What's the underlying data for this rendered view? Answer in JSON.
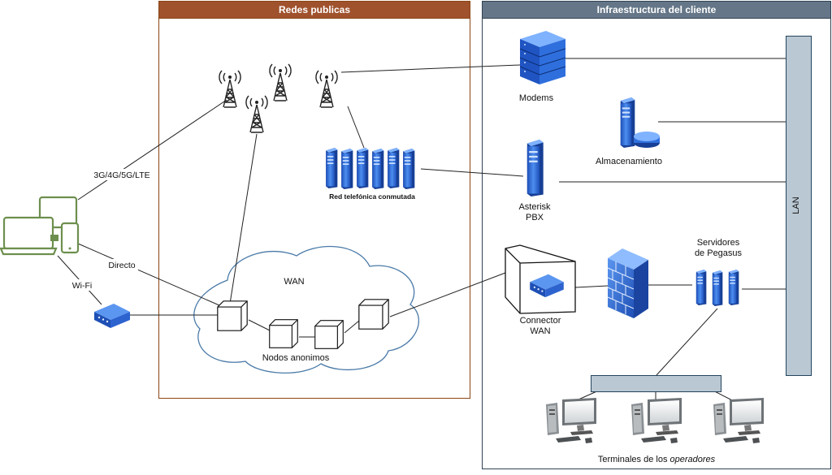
{
  "panels": {
    "public": {
      "title": "Redes publicas",
      "header_color": "#a0522d",
      "border_color": "#8b4513"
    },
    "client": {
      "title": "Infraestructura del cliente",
      "header_color": "#647687",
      "border_color": "#314354"
    }
  },
  "labels": {
    "mobile_link": "3G/4G/5G/LTE",
    "direct_link": "Directo",
    "wifi_link": "Wi-Fi",
    "pstn": "Red telefónica conmutada",
    "wan": "WAN",
    "nodes": "Nodos anonimos",
    "modems": "Modems",
    "storage": "Almacenamiento",
    "asterisk_1": "Asterisk",
    "asterisk_2": "PBX",
    "connector_1": "Connector",
    "connector_2": "WAN",
    "pegasus_1": "Servidores",
    "pegasus_2": "de Pegasus",
    "lan": "LAN",
    "terminals_prefix": "Terminales de los ",
    "terminals_italic": "operadores"
  },
  "colors": {
    "server_blue": "#2f6fdd",
    "device_green": "#6d8f4e",
    "lan_bar": "#bac8d3",
    "cloud_stroke": "#4a7aa8"
  },
  "icons": [
    "antenna-icon",
    "server-icon",
    "storage-icon",
    "firewall-icon",
    "router-icon",
    "devices-icon",
    "desktop-computer-icon",
    "cube-node-icon",
    "cloud-icon"
  ]
}
